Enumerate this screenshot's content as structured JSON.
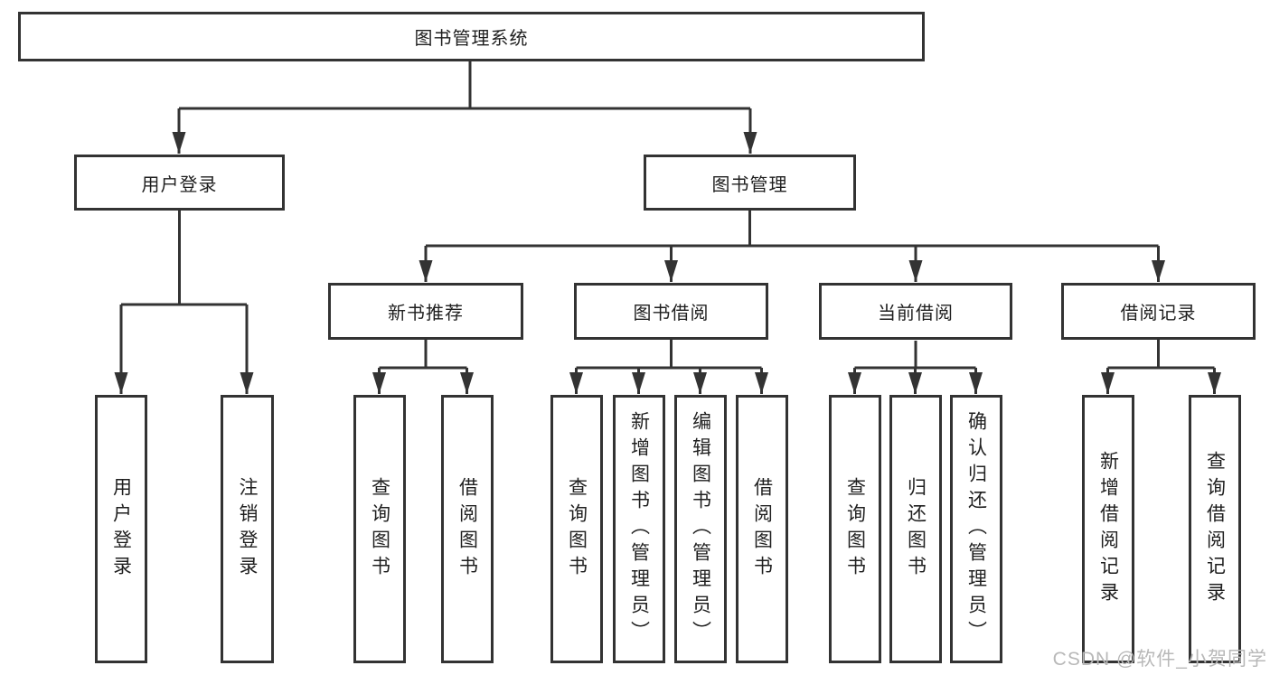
{
  "diagram": {
    "type": "hierarchy-tree",
    "tree": {
      "root": {
        "label": "图书管理系统"
      },
      "branches": [
        {
          "label": "用户登录",
          "children": [
            {
              "label": "用户登录"
            },
            {
              "label": "注销登录"
            }
          ]
        },
        {
          "label": "图书管理",
          "children": [
            {
              "label": "新书推荐",
              "children": [
                {
                  "label": "查询图书"
                },
                {
                  "label": "借阅图书"
                }
              ]
            },
            {
              "label": "图书借阅",
              "children": [
                {
                  "label": "查询图书"
                },
                {
                  "label": "新增图书（管理员）"
                },
                {
                  "label": "编辑图书（管理员）"
                },
                {
                  "label": "借阅图书"
                }
              ]
            },
            {
              "label": "当前借阅",
              "children": [
                {
                  "label": "查询图书"
                },
                {
                  "label": "归还图书"
                },
                {
                  "label": "确认归还（管理员）"
                }
              ]
            },
            {
              "label": "借阅记录",
              "children": [
                {
                  "label": "新增借阅记录"
                },
                {
                  "label": "查询借阅记录"
                }
              ]
            }
          ]
        }
      ]
    },
    "colors": {
      "line": "#333333",
      "border": "#333333",
      "text": "#1f1f1f",
      "background": "#ffffff",
      "watermark": "#b8b8b8"
    }
  },
  "watermark": {
    "text": "CSDN @软件_小贺同学"
  }
}
